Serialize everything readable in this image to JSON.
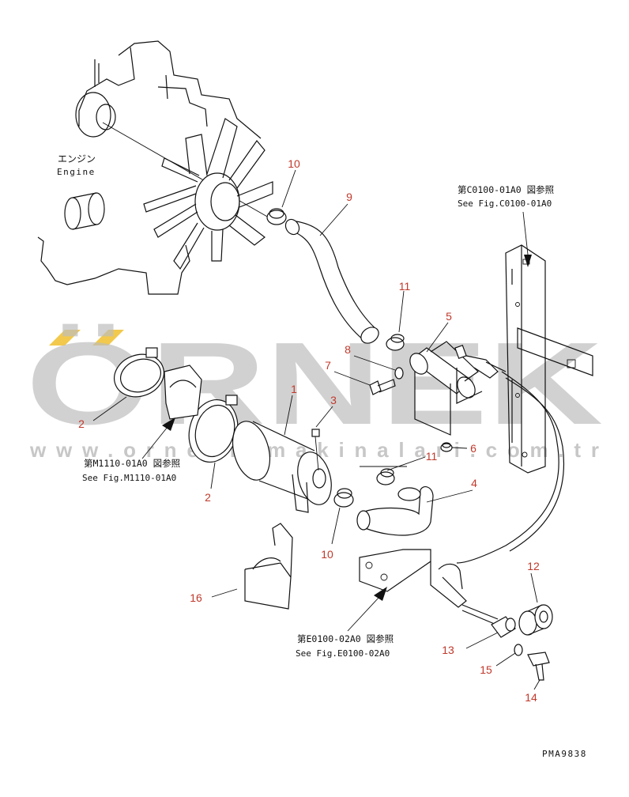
{
  "watermark": {
    "brand": "ÖRNEK",
    "url": "www.ornekismakinalari.com.tr",
    "accent_color": "#f2c94c",
    "text_color": "#bdbdbd"
  },
  "labels": {
    "engine_jp": "エンジン",
    "engine_en": "Engine",
    "ref_c_jp": "第C0100-01A0 図参照",
    "ref_c_en": "See Fig.C0100-01A0",
    "ref_m_jp": "第M1110-01A0 図参照",
    "ref_m_en": "See Fig.M1110-01A0",
    "ref_e_jp": "第E0100-02A0 図参照",
    "ref_e_en": "See Fig.E0100-02A0",
    "drawing_code": "PMA9838"
  },
  "callouts": {
    "c1": "1",
    "c2a": "2",
    "c2b": "2",
    "c3": "3",
    "c4": "4",
    "c5": "5",
    "c6": "6",
    "c7": "7",
    "c8": "8",
    "c9": "9",
    "c10a": "10",
    "c10b": "10",
    "c11a": "11",
    "c11b": "11",
    "c12": "12",
    "c13": "13",
    "c14": "14",
    "c15": "15",
    "c16": "16"
  },
  "colors": {
    "callout": "#c0392b",
    "line": "#111111"
  }
}
